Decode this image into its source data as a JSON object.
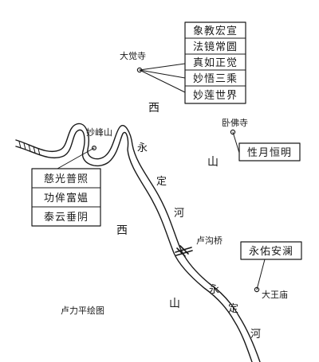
{
  "places": {
    "dajue_temple": "大觉寺",
    "wofo_temple": "卧佛寺",
    "miaofeng_mountain": "妙峰山",
    "lugou_bridge": "卢沟桥",
    "dawang_temple": "大王庙"
  },
  "regions": {
    "west_upper": "西",
    "mountain_upper": "山",
    "west_lower": "西",
    "mountain_lower": "山"
  },
  "river": {
    "upper_chars": [
      "永",
      "定",
      "河"
    ],
    "lower_chars": [
      "永",
      "定",
      "河"
    ]
  },
  "plaques": {
    "dajue": [
      "象教宏宣",
      "法镜常圆",
      "真如正觉",
      "妙悟三乘",
      "妙莲世界"
    ],
    "wofo": [
      "性月恒明"
    ],
    "miaofeng": [
      "慈光普照",
      "功侔富媪",
      "泰云垂阴"
    ],
    "dawang": [
      "永佑安澜"
    ]
  },
  "credit": "卢力平绘图",
  "colors": {
    "ink": "#1a1a1a",
    "paper": "#ffffff"
  }
}
